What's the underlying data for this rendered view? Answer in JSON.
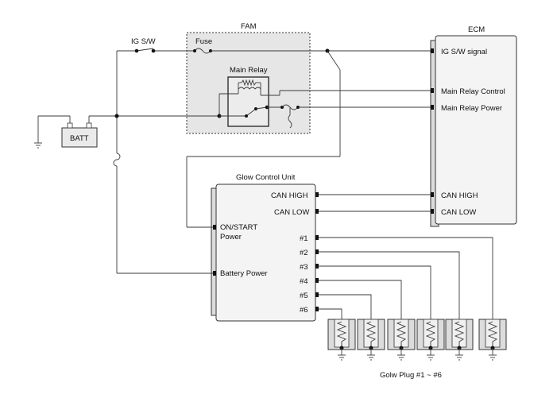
{
  "labels": {
    "fam": "FAM",
    "ecm": "ECM",
    "ig_sw": "IG S/W",
    "fuse": "Fuse",
    "main_relay": "Main Relay",
    "batt": "BATT",
    "glow_control_unit": "Glow Control Unit",
    "glow_plugs": "Golw Plug #1 ~ #6"
  },
  "ecm_pins": {
    "ig_sw_signal": "IG S/W signal",
    "main_relay_control": "Main Relay Control",
    "main_relay_power": "Main Relay Power",
    "can_high": "CAN HIGH",
    "can_low": "CAN LOW"
  },
  "gcu_pins": {
    "can_high": "CAN HIGH",
    "can_low": "CAN LOW",
    "on_start_1": "ON/START",
    "on_start_2": "Power",
    "battery_power": "Battery Power",
    "p1": "#1",
    "p2": "#2",
    "p3": "#3",
    "p4": "#4",
    "p5": "#5",
    "p6": "#6"
  }
}
